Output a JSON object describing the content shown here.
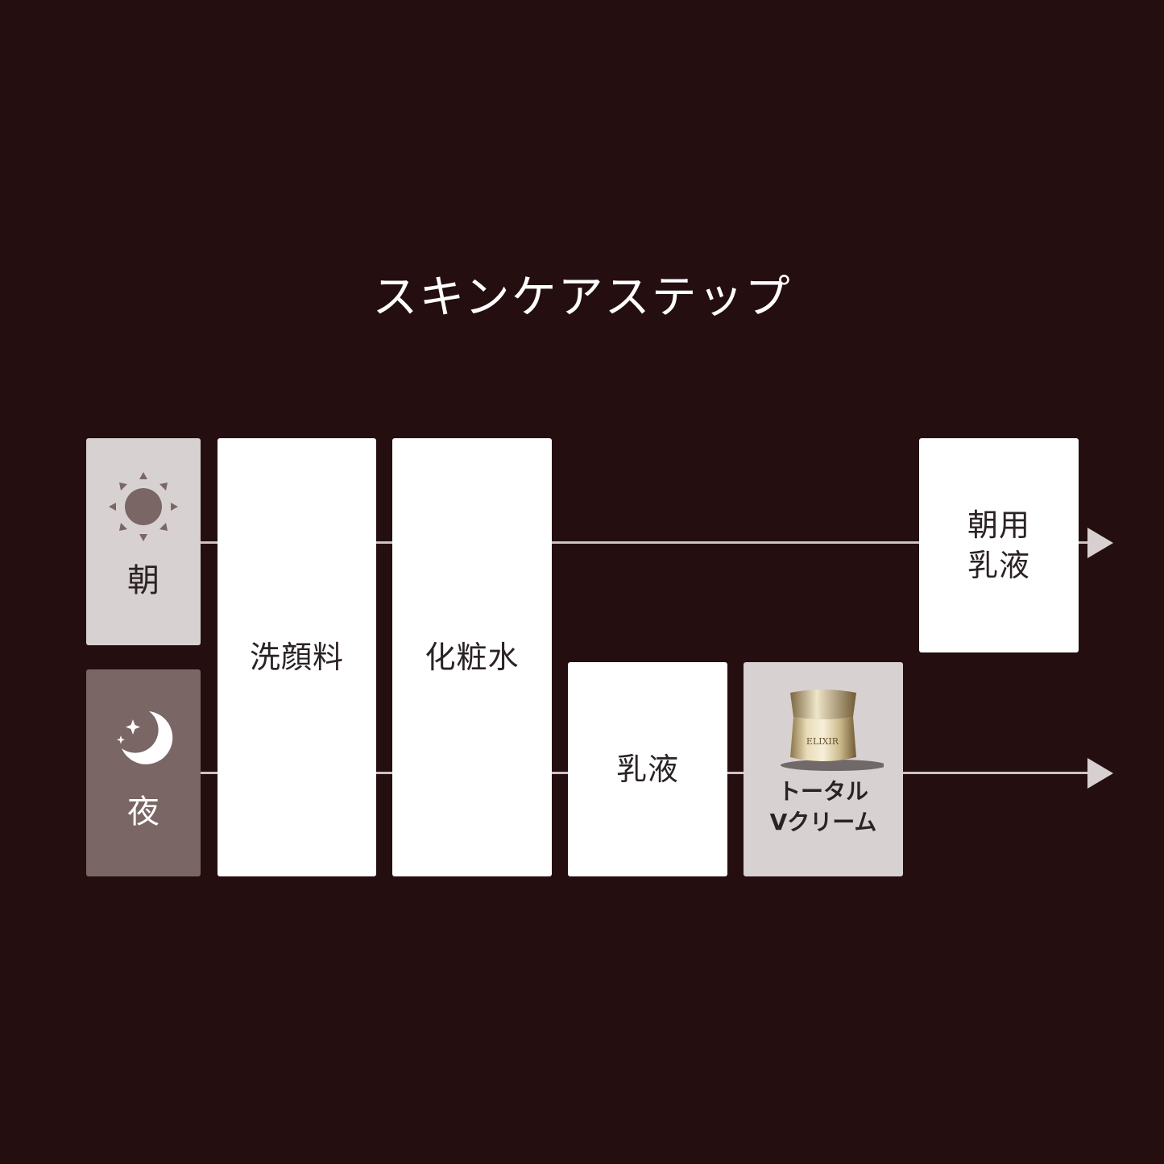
{
  "title": "スキンケアステップ",
  "times": {
    "morning": {
      "label": "朝",
      "icon": "sun-icon"
    },
    "night": {
      "label": "夜",
      "icon": "moon-icon"
    }
  },
  "steps": {
    "cleanser": "洗顔料",
    "lotion": "化粧水",
    "emulsion": "乳液",
    "morning_emulsion": "朝用\n乳液",
    "cream": {
      "label": "トータル\nVクリーム",
      "image": "cream-jar-image",
      "brand": "ELIXIR"
    }
  },
  "colors": {
    "background": "#240e10",
    "morning_tile": "#d8d1d1",
    "night_tile": "#7a6664",
    "line": "#cbc3c3",
    "box": "#ffffff"
  }
}
